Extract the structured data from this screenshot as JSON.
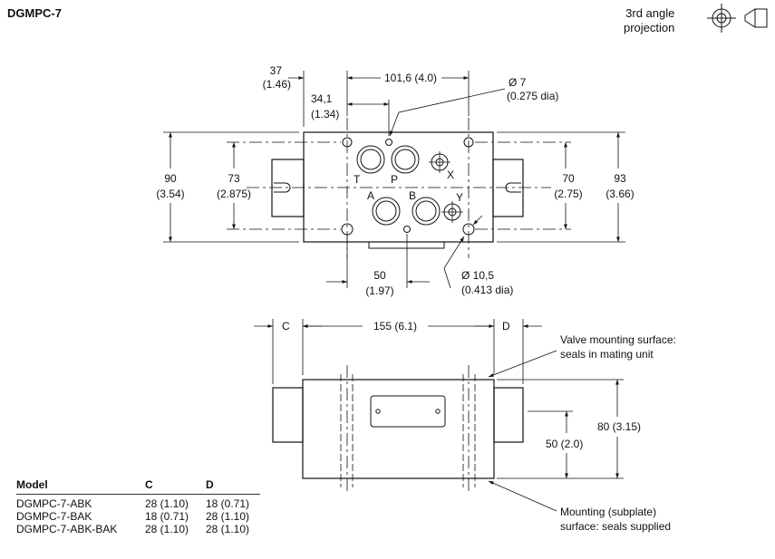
{
  "title": "DGMPC-7",
  "projection": {
    "line1": "3rd angle",
    "line2": "projection",
    "icon": "third-angle-projection-icon"
  },
  "top_view": {
    "dim_37": "37",
    "dim_37_in": "(1.46)",
    "dim_101": "101,6 (4.0)",
    "dim_34": "34,1",
    "dim_34_in": "(1.34)",
    "hole_7": "Ø 7",
    "hole_7_in": "(0.275 dia)",
    "dim_90": "90",
    "dim_90_in": "(3.54)",
    "dim_73": "73",
    "dim_73_in": "(2.875)",
    "dim_70": "70",
    "dim_70_in": "(2.75)",
    "dim_93": "93",
    "dim_93_in": "(3.66)",
    "port_T": "T",
    "port_P": "P",
    "port_X": "X",
    "port_A": "A",
    "port_B": "B",
    "port_Y": "Y",
    "dim_50": "50",
    "dim_50_in": "(1.97)",
    "hole_10": "Ø 10,5",
    "hole_10_in": "(0.413 dia)"
  },
  "side_view": {
    "dim_c": "C",
    "dim_155": "155 (6.1)",
    "dim_d": "D",
    "mounting_surface_1": "Valve mounting surface:",
    "mounting_surface_2": "seals in mating unit",
    "dim_80": "80 (3.15)",
    "dim_50": "50 (2.0)",
    "subplate_1": "Mounting (subplate)",
    "subplate_2": "surface: seals supplied"
  },
  "table": {
    "headers": [
      "Model",
      "C",
      "D"
    ],
    "rows": [
      [
        "DGMPC-7-ABK",
        "28 (1.10)",
        "18 (0.71)"
      ],
      [
        "DGMPC-7-BAK",
        "18 (0.71)",
        "28 (1.10)"
      ],
      [
        "DGMPC-7-ABK-BAK",
        "28 (1.10)",
        "28 (1.10)"
      ]
    ]
  }
}
